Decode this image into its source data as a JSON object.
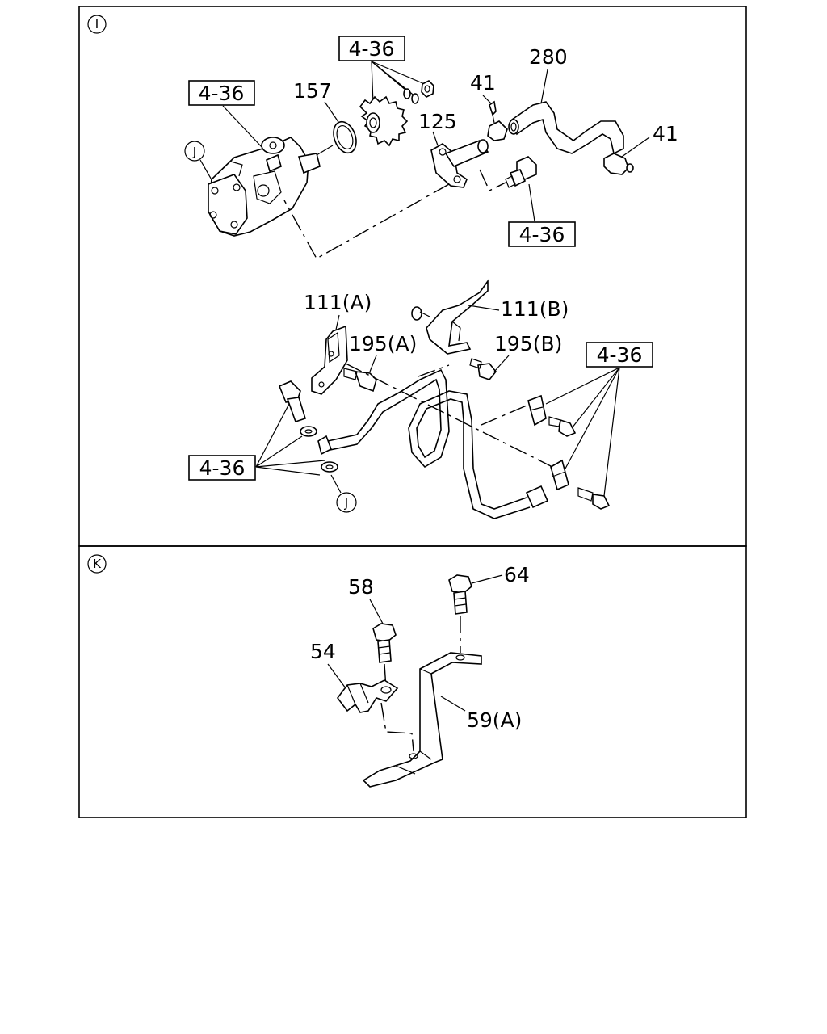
{
  "sections": [
    {
      "marker": "I",
      "ref": "4-36"
    },
    {
      "marker": "K"
    }
  ],
  "circle_refs": {
    "j": "J"
  },
  "ref_label": "4-36",
  "labels": {
    "p157": "157",
    "p41_top": "41",
    "p280": "280",
    "p125": "125",
    "p41_right": "41",
    "p111a": "111(A)",
    "p111b": "111(B)",
    "p195a": "195(A)",
    "p195b": "195(B)",
    "p58": "58",
    "p64": "64",
    "p54": "54",
    "p59a": "59(A)"
  }
}
